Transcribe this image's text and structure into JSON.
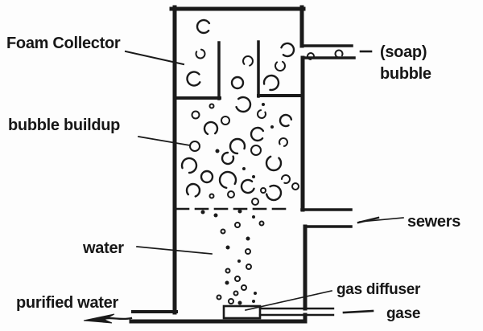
{
  "labels": {
    "foam_collector": "Foam Collector",
    "bubble_buildup": "bubble buildup",
    "soap_bubble_line1": "(soap)",
    "soap_bubble_line2": "bubble",
    "sewers": "sewers",
    "water": "water",
    "purified_water": "purified water",
    "gas_diffuser": "gas diffuser",
    "gas": "gase"
  },
  "colors": {
    "ink": "#1a1a1a",
    "background": "#fdfdfd"
  },
  "bubbles": {
    "foam_collector": [
      [
        253,
        33,
        8,
        40
      ],
      [
        249,
        67,
        5.5,
        -80
      ],
      [
        241,
        98,
        8.5,
        30
      ],
      [
        308,
        76,
        6,
        140
      ],
      [
        295,
        103,
        7,
        null
      ],
      [
        357,
        62,
        8,
        200
      ],
      [
        348,
        82,
        6,
        -60
      ],
      [
        337,
        103,
        9,
        170
      ]
    ],
    "outlet_pipe": [
      [
        386,
        70,
        4,
        90
      ],
      [
        421,
        67,
        4.5,
        100
      ]
    ],
    "buildup": [
      [
        302,
        130,
        9,
        -130
      ],
      [
        263,
        132,
        2.5,
        null
      ],
      [
        243,
        143,
        4.5,
        null
      ],
      [
        325,
        142,
        5,
        -30
      ],
      [
        355,
        150,
        7,
        60
      ],
      [
        262,
        160,
        8,
        120
      ],
      [
        280,
        150,
        5,
        null
      ],
      [
        320,
        167,
        8,
        40
      ],
      [
        352,
        177,
        5,
        150
      ],
      [
        242,
        182,
        6,
        null
      ],
      [
        295,
        182,
        9,
        90
      ],
      [
        318,
        187,
        6,
        null
      ],
      [
        283,
        197,
        7,
        -20
      ],
      [
        235,
        206,
        9,
        160
      ],
      [
        340,
        203,
        9,
        -45
      ],
      [
        257,
        220,
        7,
        null
      ],
      [
        283,
        224,
        10,
        100
      ],
      [
        308,
        232,
        8,
        20
      ],
      [
        327,
        237,
        3,
        null
      ],
      [
        355,
        223,
        5,
        180
      ],
      [
        240,
        237,
        8,
        140
      ],
      [
        263,
        244,
        2.5,
        null
      ],
      [
        287,
        242,
        4,
        null
      ],
      [
        340,
        240,
        9,
        -120
      ],
      [
        367,
        232,
        4,
        null
      ],
      [
        317,
        251,
        4,
        null
      ]
    ],
    "buildup_dots": [
      [
        327,
        130,
        2
      ],
      [
        338,
        158,
        2
      ],
      [
        270,
        188,
        2.5
      ],
      [
        303,
        210,
        2
      ],
      [
        315,
        220,
        2
      ]
    ],
    "water_dots_filled": [
      [
        252,
        264,
        2.5
      ],
      [
        268,
        268,
        2.5
      ],
      [
        298,
        263,
        2.5
      ],
      [
        315,
        270,
        2
      ],
      [
        308,
        297,
        2.5
      ],
      [
        283,
        308,
        2.5
      ],
      [
        297,
        325,
        2
      ],
      [
        282,
        352,
        2.5
      ],
      [
        317,
        365,
        2
      ],
      [
        298,
        377,
        2.5
      ],
      [
        315,
        375,
        2
      ]
    ],
    "water_dots_open": [
      [
        325,
        278,
        2.5
      ],
      [
        295,
        280,
        3
      ],
      [
        277,
        288,
        2.5
      ],
      [
        308,
        313,
        3
      ],
      [
        309,
        332,
        3
      ],
      [
        283,
        337,
        2.5
      ],
      [
        295,
        347,
        3
      ],
      [
        303,
        358,
        3
      ],
      [
        293,
        365,
        2.5
      ],
      [
        287,
        375,
        3
      ],
      [
        272,
        370,
        2.5
      ]
    ]
  }
}
